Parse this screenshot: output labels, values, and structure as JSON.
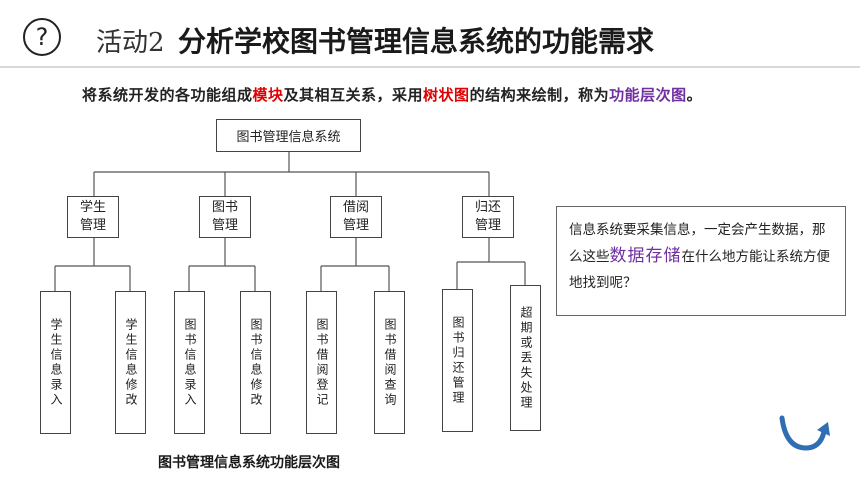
{
  "header": {
    "help_icon": "?",
    "activity_label": "活动2",
    "title": "分析学校图书管理信息系统的功能需求"
  },
  "intro": {
    "part1": "将系统开发的各功能组成",
    "mod": "模块",
    "part2": "及其相互关系，采用",
    "tree": "树状图",
    "part3": "的结构来绘制，称为",
    "chart": "功能层次图",
    "part4": "。"
  },
  "diagram": {
    "root": "图书管理信息系统",
    "modules": [
      {
        "label": "学生\n管理",
        "children": [
          "学生信息录入",
          "学生信息修改"
        ]
      },
      {
        "label": "图书\n管理",
        "children": [
          "图书信息录入",
          "图书信息修改"
        ]
      },
      {
        "label": "借阅\n管理",
        "children": [
          "图书借阅登记",
          "图书借阅查询"
        ]
      },
      {
        "label": "归还\n管理",
        "children": [
          "图书归还管理",
          "超期或丢失处理"
        ]
      }
    ],
    "caption": "图书管理信息系统功能层次图"
  },
  "callout": {
    "part1": "信息系统要采集信息，一定会产生数据，那么这些",
    "emph": "数据存储",
    "part2": "在什么地方能让系统方便地找到呢？"
  },
  "colors": {
    "red": "#e00000",
    "purple": "#7030a0",
    "arrow_blue": "#2f6eb5"
  },
  "icons": {
    "help": "question-circle-icon",
    "nav": "curved-arrow-icon"
  }
}
